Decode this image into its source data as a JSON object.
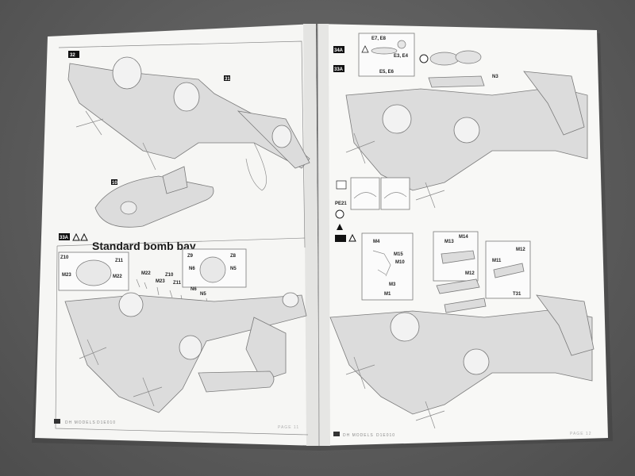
{
  "booklet": {
    "section_title": "Standard bomb bay",
    "brand_footer": "DH MODELS",
    "kit_number": "D1E010",
    "left_page_number": "PAGE 11",
    "right_page_number": "PAGE 12"
  },
  "left_page": {
    "steps": [
      "32",
      "33A"
    ],
    "callouts": [
      "31",
      "10"
    ],
    "inset_left_parts": [
      "Z10",
      "Z11",
      "M23",
      "M22"
    ],
    "inset_right_parts": [
      "Z9",
      "Z8",
      "N6",
      "N5"
    ],
    "loose_parts": [
      "M22",
      "Z10",
      "M23",
      "Z11",
      "N6",
      "N5",
      "Z9",
      "Z8"
    ]
  },
  "right_page": {
    "steps": [
      "34A",
      "33A"
    ],
    "top_box_parts": [
      "E7, E8",
      "E3, E4",
      "E5, E6"
    ],
    "callouts": [
      "N3",
      "PE21"
    ],
    "box3_parts": [
      "M4",
      "M15",
      "M10",
      "M3",
      "M1"
    ],
    "box4_parts": [
      "M13",
      "M14",
      "M12"
    ],
    "box5_parts": [
      "M11",
      "M12",
      "T31"
    ]
  }
}
